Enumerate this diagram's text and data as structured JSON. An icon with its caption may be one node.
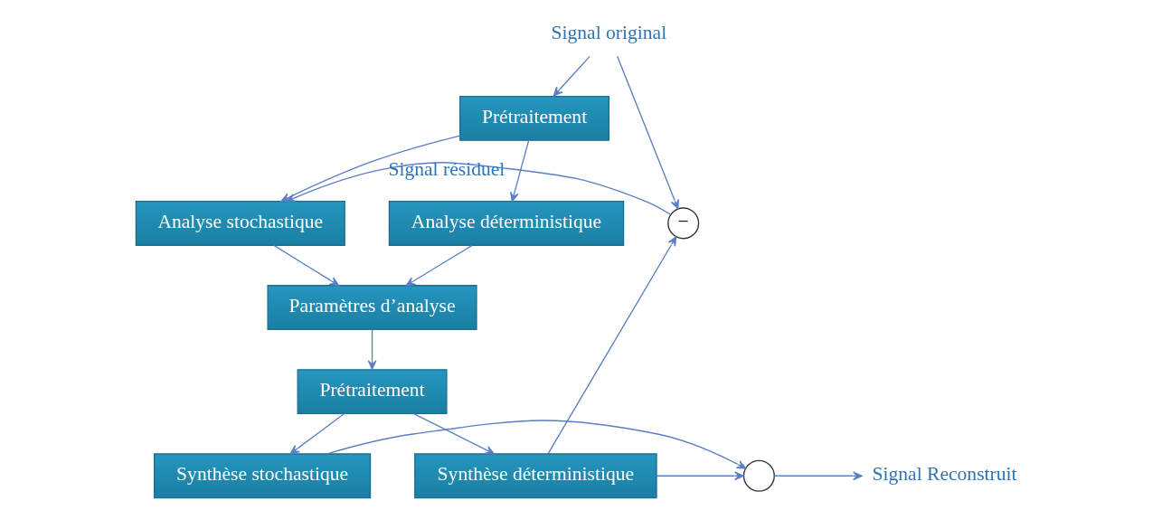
{
  "diagram": {
    "nodes": [
      {
        "text": [
          "Signal original"
        ]
      },
      {
        "text": [
          "Prétraitement"
        ]
      },
      {
        "text": [
          "Analyse stochastique"
        ]
      },
      {
        "text": [
          "Analyse déterministique"
        ]
      },
      {
        "text": [
          "Paramètres d’analyse"
        ]
      },
      {
        "text": [
          "Prétraitement"
        ]
      },
      {
        "text": [
          "Synthèse déterministique"
        ]
      },
      {
        "text": [
          "Synthèse stochastique"
        ]
      },
      {
        "text": [
          "−"
        ]
      },
      {
        "text": [],
        "shape": "circle"
      },
      {
        "text": [
          "Signal Reconstruit"
        ]
      }
    ],
    "edges": [
      {
        "from": 0,
        "to": 1,
        "arrow": "to"
      },
      {
        "from": 0,
        "to": 8,
        "arrow": "to"
      },
      {
        "from": 1,
        "to": 2,
        "arrow": "to"
      },
      {
        "from": 1,
        "to": 3,
        "arrow": "to"
      },
      {
        "from": 8,
        "to": 2,
        "arrow": "to",
        "label": "Signal résiduel"
      },
      {
        "from": 2,
        "to": 4,
        "arrow": "to"
      },
      {
        "from": 3,
        "to": 4,
        "arrow": "to"
      },
      {
        "from": 4,
        "to": 5,
        "arrow": "to"
      },
      {
        "from": 5,
        "to": 6,
        "arrow": "to"
      },
      {
        "from": 5,
        "to": 7,
        "arrow": "to"
      },
      {
        "from": 6,
        "to": 8,
        "arrow": "to"
      },
      {
        "from": 6,
        "to": 9,
        "arrow": "to"
      },
      {
        "from": 7,
        "to": 9,
        "arrow": "to"
      },
      {
        "from": 9,
        "to": 10,
        "arrow": "to"
      }
    ]
  }
}
